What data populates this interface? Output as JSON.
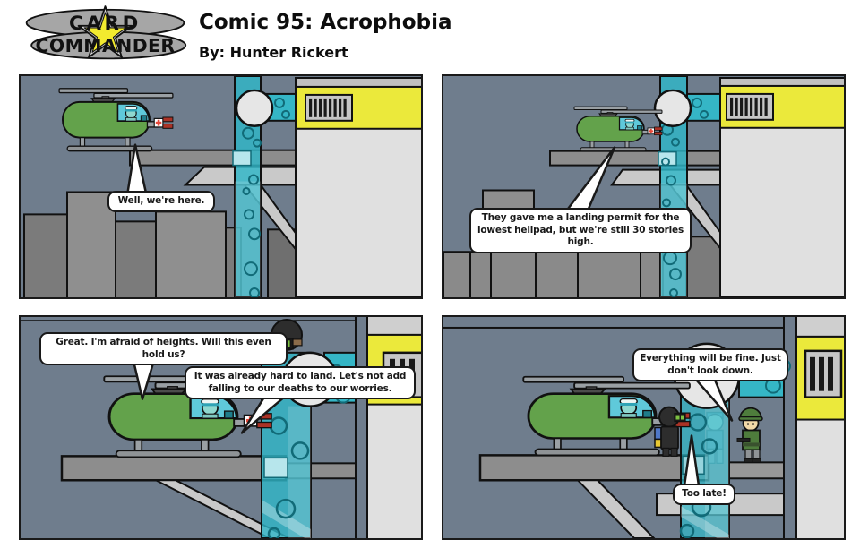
{
  "header": {
    "logo": {
      "line1": "CARD",
      "line2": "COMMANDER"
    },
    "title": "Comic 95: Acrophobia",
    "byline": "By: Hunter Rickert"
  },
  "panels": [
    {
      "id": 1,
      "bubbles": [
        {
          "text": "Well, we're here."
        }
      ]
    },
    {
      "id": 2,
      "bubbles": [
        {
          "text": "They gave me a landing permit for the lowest helipad, but we're still 30 stories high."
        }
      ]
    },
    {
      "id": 3,
      "bubbles": [
        {
          "text": "Great. I'm afraid of heights. Will this even hold us?"
        },
        {
          "text": "It was already hard to land. Let's not add falling to our deaths to our worries."
        }
      ]
    },
    {
      "id": 4,
      "bubbles": [
        {
          "text": "Everything will be fine. Just don't look down."
        },
        {
          "text": "Too late!"
        }
      ]
    }
  ],
  "colors": {
    "sky": "#6f7d8d",
    "teal": "#35b6c6",
    "yellow": "#ebe93b",
    "helicopter_green": "#63a24b",
    "cross_red": "#e8483a",
    "building_wall": "#e0e0e0",
    "logo_star_yellow": "#f2ea2f"
  }
}
